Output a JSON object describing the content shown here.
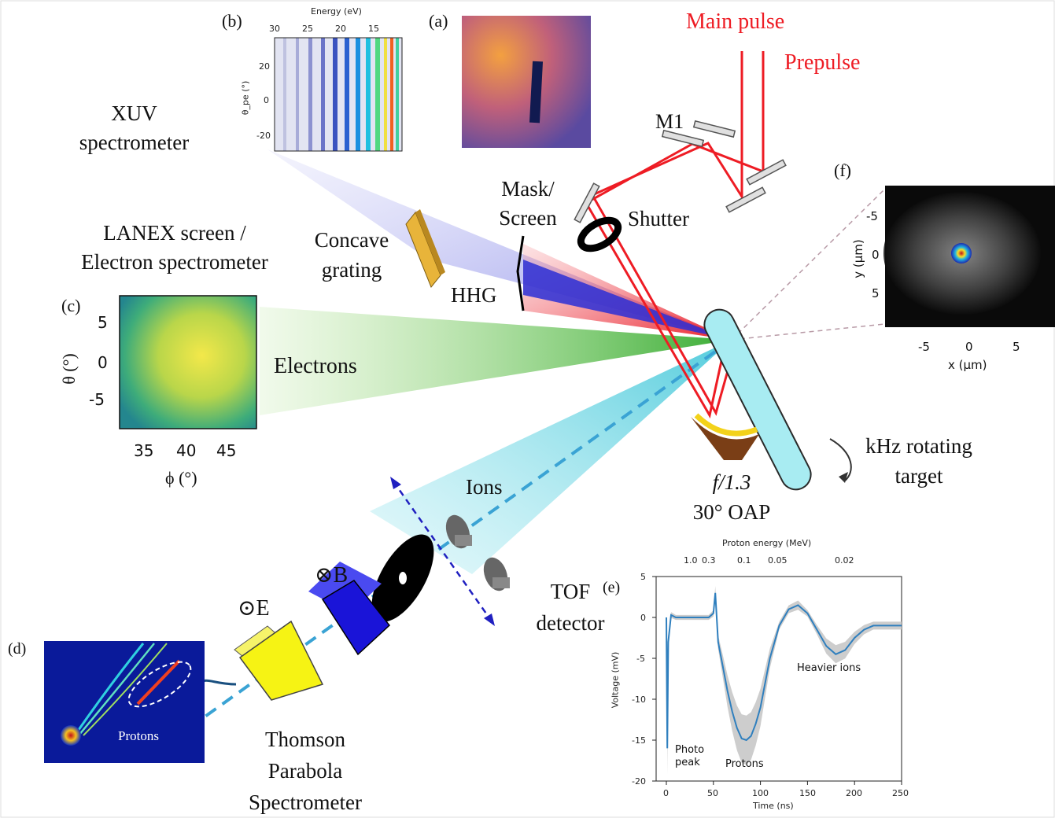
{
  "labels": {
    "main_pulse": "Main pulse",
    "prepulse": "Prepulse",
    "m1": "M1",
    "xuv_1": "XUV",
    "xuv_2": "spectrometer",
    "lanex_1": "LANEX screen /",
    "lanex_2": "Electron spectrometer",
    "concave_1": "Concave",
    "concave_2": "grating",
    "mask_1": "Mask/",
    "mask_2": "Screen",
    "shutter": "Shutter",
    "hhg": "HHG",
    "electrons": "Electrons",
    "ions": "Ions",
    "tof_1": "TOF",
    "tof_2": "detector",
    "oap_1": "f/1.3",
    "oap_2": "30° OAP",
    "target_1": "kHz rotating",
    "target_2": "target",
    "thomson_1": "Thomson",
    "thomson_2": "Parabola",
    "thomson_3": "Spectrometer",
    "e_field": "⊙E",
    "b_field": "⊗B"
  },
  "panels": {
    "a": {
      "tag": "(a)"
    },
    "b": {
      "tag": "(b)",
      "top_axis_title": "Energy (eV)",
      "top_ticks": [
        "30",
        "25",
        "20",
        "15"
      ],
      "y_ticks": [
        "20",
        "0",
        "-20"
      ],
      "y_label": "θ_pe (°)"
    },
    "c": {
      "tag": "(c)",
      "x_ticks": [
        "35",
        "40",
        "45"
      ],
      "y_ticks": [
        "5",
        "0",
        "-5"
      ],
      "x_label": "ϕ (°)",
      "y_label": "θ (°)"
    },
    "d": {
      "tag": "(d)",
      "protons": "Protons"
    },
    "e": {
      "tag": "(e)",
      "top_axis_title": "Proton energy (MeV)",
      "top_ticks": [
        "1.0",
        "0.3",
        "0.1",
        "0.05",
        "0.02"
      ],
      "xlabel": "Time (ns)",
      "ylabel": "Voltage (mV)",
      "x_ticks": [
        "0",
        "50",
        "100",
        "150",
        "200",
        "250"
      ],
      "y_ticks": [
        "5",
        "0",
        "-5",
        "-10",
        "-15",
        "-20"
      ],
      "ann_photo_1": "Photo",
      "ann_photo_2": "peak",
      "ann_protons": "Protons",
      "ann_heavier": "Heavier ions"
    },
    "f": {
      "tag": "(f)",
      "x_ticks": [
        "-5",
        "0",
        "5"
      ],
      "y_ticks": [
        "-5",
        "0",
        "5"
      ],
      "xlabel": "x (μm)",
      "ylabel": "y (μm)"
    }
  },
  "colors": {
    "laser": "#ee1c24",
    "electron_beam": "#6cc04a",
    "ion_beam": "#5fd0e0",
    "xuv_beam": "#6a6ee0",
    "target": "#a8ecf2"
  },
  "chart_data": {
    "type": "line",
    "title": "",
    "xlabel": "Time (ns)",
    "ylabel": "Voltage (mV)",
    "xlim": [
      -5,
      250
    ],
    "ylim": [
      -20,
      5
    ],
    "series": [
      {
        "x": [
          0,
          1,
          2,
          5,
          10,
          20,
          30,
          40,
          45,
          50,
          52,
          55,
          60,
          65,
          70,
          75,
          80,
          85,
          90,
          95,
          100,
          110,
          120,
          130,
          140,
          150,
          160,
          170,
          180,
          190,
          200,
          210,
          220,
          230,
          240,
          250
        ],
        "y": [
          0,
          -16,
          -3,
          0.3,
          0,
          0,
          0,
          0,
          0,
          0.5,
          3,
          -3,
          -6,
          -9,
          -11.5,
          -13.5,
          -14.8,
          -15,
          -14.5,
          -13,
          -11,
          -5,
          -1,
          1,
          1.5,
          0.5,
          -1.5,
          -3.5,
          -4.5,
          -4,
          -2.5,
          -1.5,
          -1,
          -1,
          -1,
          -1
        ]
      }
    ]
  }
}
